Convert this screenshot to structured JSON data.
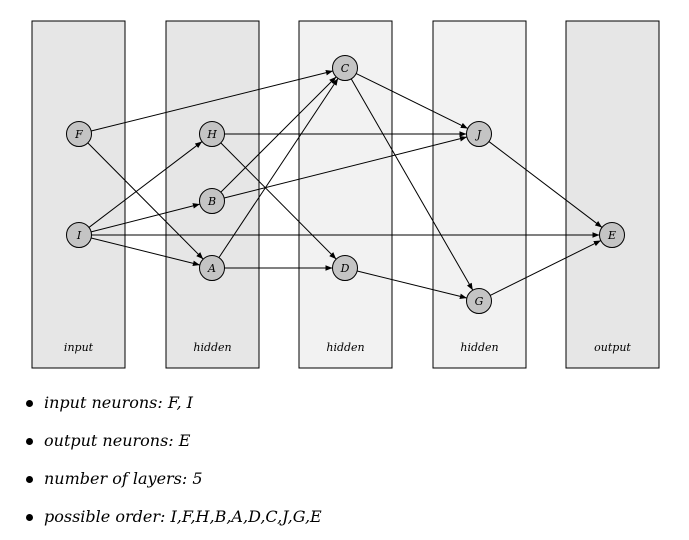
{
  "layers": [
    {
      "id": "L1",
      "label": "input",
      "color": "#e6e6e6"
    },
    {
      "id": "L2",
      "label": "hidden",
      "color": "#e6e6e6"
    },
    {
      "id": "L3",
      "label": "hidden",
      "color": "#f2f2f2"
    },
    {
      "id": "L4",
      "label": "hidden",
      "color": "#f2f2f2"
    },
    {
      "id": "L5",
      "label": "output",
      "color": "#e6e6e6"
    }
  ],
  "nodes": [
    {
      "id": "F",
      "label": "F"
    },
    {
      "id": "I",
      "label": "I"
    },
    {
      "id": "H",
      "label": "H"
    },
    {
      "id": "B",
      "label": "B"
    },
    {
      "id": "A",
      "label": "A"
    },
    {
      "id": "C",
      "label": "C"
    },
    {
      "id": "D",
      "label": "D"
    },
    {
      "id": "J",
      "label": "J"
    },
    {
      "id": "G",
      "label": "G"
    },
    {
      "id": "E",
      "label": "E"
    }
  ],
  "edges": [
    {
      "from": "F",
      "to": "C"
    },
    {
      "from": "F",
      "to": "A"
    },
    {
      "from": "I",
      "to": "H"
    },
    {
      "from": "I",
      "to": "B"
    },
    {
      "from": "I",
      "to": "A"
    },
    {
      "from": "I",
      "to": "E"
    },
    {
      "from": "H",
      "to": "J"
    },
    {
      "from": "H",
      "to": "D"
    },
    {
      "from": "B",
      "to": "C"
    },
    {
      "from": "B",
      "to": "J"
    },
    {
      "from": "A",
      "to": "C"
    },
    {
      "from": "A",
      "to": "D"
    },
    {
      "from": "C",
      "to": "J"
    },
    {
      "from": "C",
      "to": "G"
    },
    {
      "from": "D",
      "to": "G"
    },
    {
      "from": "J",
      "to": "E"
    },
    {
      "from": "G",
      "to": "E"
    }
  ],
  "facts": [
    "input neurons: F, I",
    "output neurons: E",
    "number of layers: 5",
    "possible order: I,F,H,B,A,D,C,J,G,E"
  ]
}
